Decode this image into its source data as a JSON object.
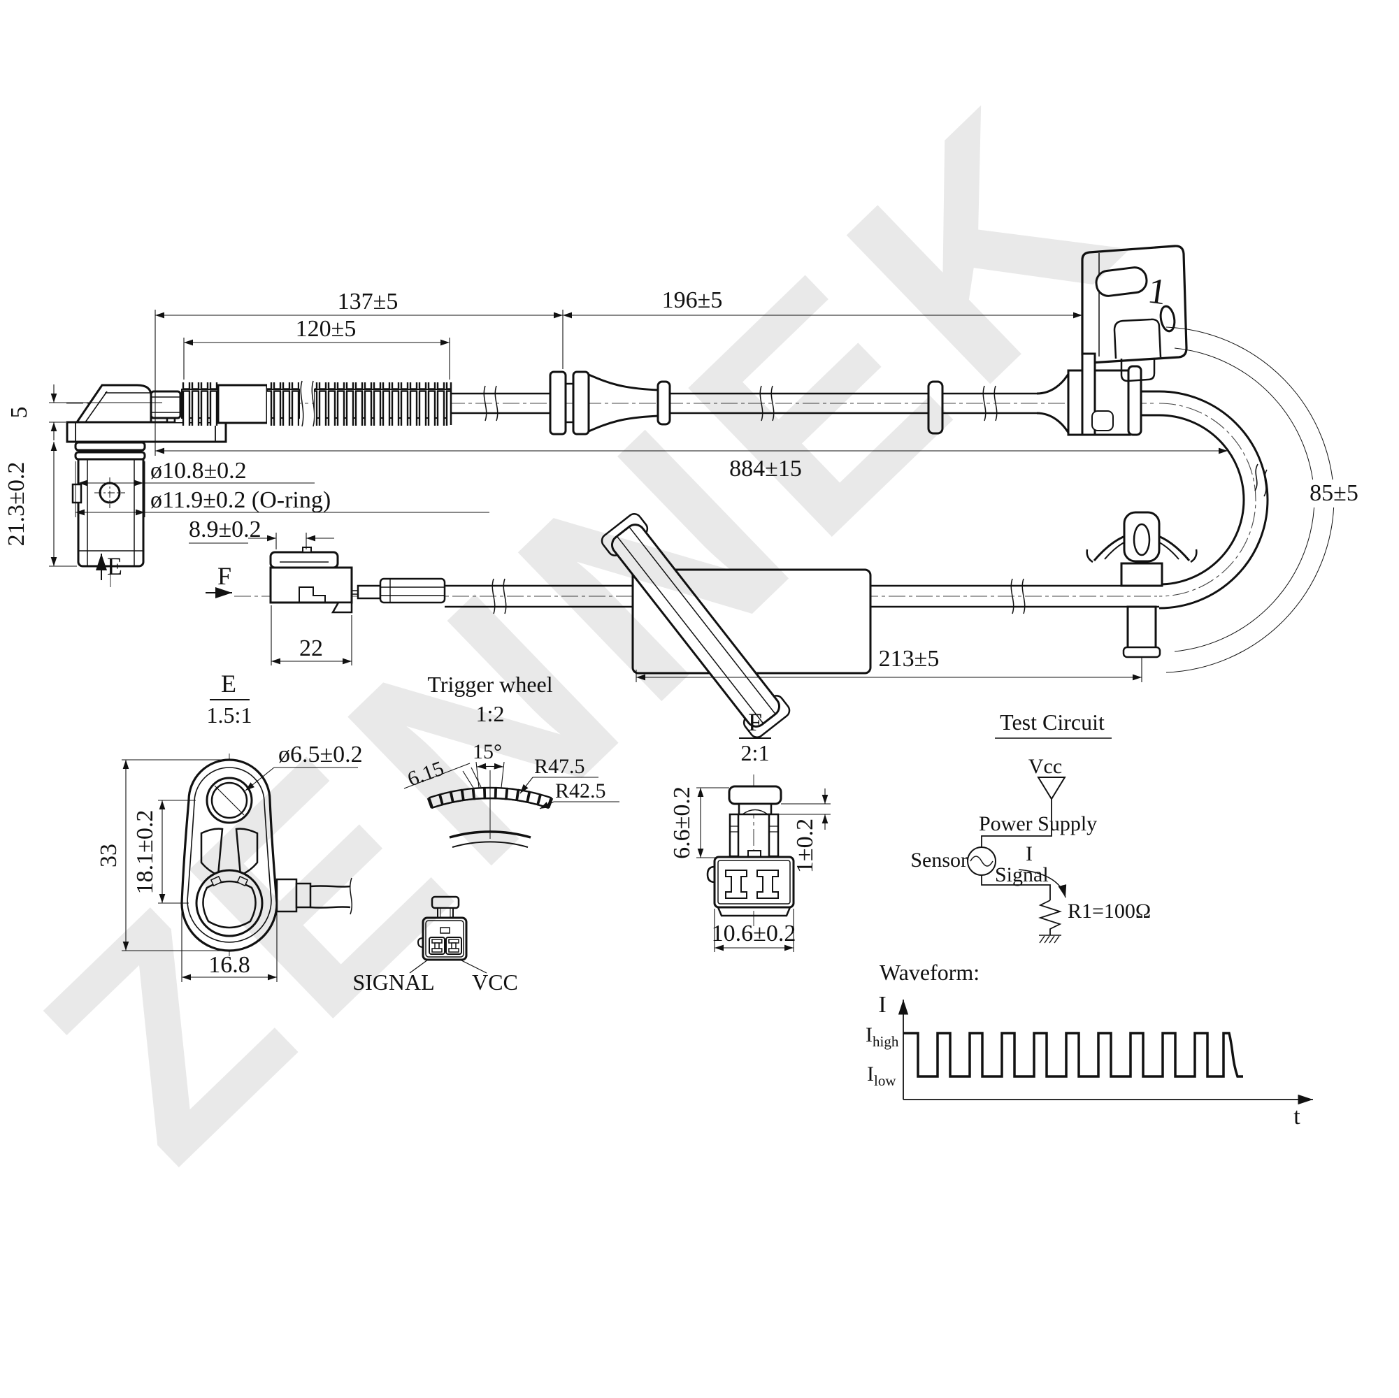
{
  "watermark": "ZENNEK",
  "dims": {
    "len137": "137±5",
    "len120": "120±5",
    "len196": "196±5",
    "len884": "884±15",
    "bend85": "85±5",
    "len213": "213±5",
    "pin5": "5",
    "body213": "21.3±0.2",
    "dia108": "ø10.8±0.2",
    "dia119": "ø11.9±0.2 (O-ring)",
    "conn89": "8.9±0.2",
    "conn22": "22"
  },
  "view_arrows": {
    "e": "E",
    "f": "F"
  },
  "bracket_mark": "1",
  "view_e": {
    "label": "E",
    "scale": "1.5:1",
    "dia65": "ø6.5±0.2",
    "h33": "33",
    "h181": "18.1±0.2",
    "w168": "16.8"
  },
  "trigger_wheel": {
    "title": "Trigger wheel",
    "scale": "1:2",
    "tooth": "6.15",
    "pitch": "15°",
    "r_outer": "R47.5",
    "r_inner": "R42.5"
  },
  "pinout": {
    "signal": "SIGNAL",
    "vcc": "VCC"
  },
  "view_f": {
    "label": "F",
    "scale": "2:1",
    "h66": "6.6±0.2",
    "h1": "1±0.2",
    "w106": "10.6±0.2"
  },
  "test_circuit": {
    "title": "Test Circuit",
    "vcc": "Vcc",
    "power_supply": "Power Supply",
    "sensor": "Sensor",
    "signal": "Signal",
    "current": "I",
    "resistor": "R1=100Ω"
  },
  "waveform": {
    "title": "Waveform:",
    "y_label": "I",
    "i_base": "I",
    "high_sub": "high",
    "low_sub": "low",
    "x_label": "t"
  }
}
